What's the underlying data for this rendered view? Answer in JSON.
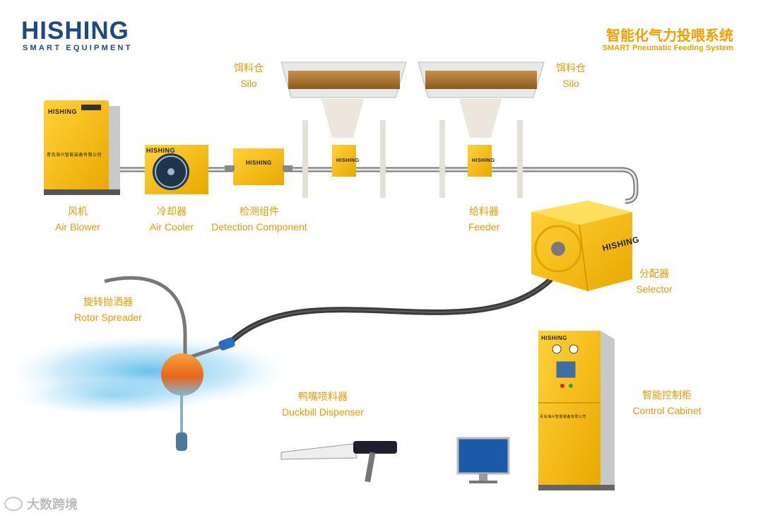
{
  "header": {
    "logo_main": "HISHING",
    "logo_sub": "SMART EQUIPMENT",
    "title_cn": "智能化气力投喂系统",
    "title_en": "SMART Pneumatic Feeding System"
  },
  "components": {
    "air_blower": {
      "cn": "风机",
      "en": "Air Blower",
      "brand": "HISHING",
      "plate": "青岛海兴智能装备有限公司"
    },
    "air_cooler": {
      "cn": "冷却器",
      "en": "Air Cooler",
      "brand": "HISHING"
    },
    "detection": {
      "cn": "检测组件",
      "en": "Detection Component",
      "brand": "HISHING"
    },
    "silo_left": {
      "cn": "饵料仓",
      "en": "Silo"
    },
    "silo_right": {
      "cn": "饵料仓",
      "en": "Silo"
    },
    "feeder": {
      "cn": "给料器",
      "en": "Feeder",
      "brand": "HISHING"
    },
    "selector": {
      "cn": "分配器",
      "en": "Selector",
      "brand": "HISHING"
    },
    "rotor_spreader": {
      "cn": "旋转抛洒器",
      "en": "Rotor Spreader"
    },
    "duckbill": {
      "cn": "鸭嘴喷料器",
      "en": "Duckbill Dispenser"
    },
    "control_cabinet": {
      "cn": "智能控制柜",
      "en": "Control Cabinet",
      "brand": "HISHING",
      "plate": "青岛海兴智能装备有限公司"
    }
  },
  "watermark": {
    "text": "大数跨境"
  },
  "colors": {
    "accent": "#f0a000",
    "brand_blue": "#1d4a83",
    "machine_yellow": "#f5b800",
    "water": "#6fc3ec"
  }
}
